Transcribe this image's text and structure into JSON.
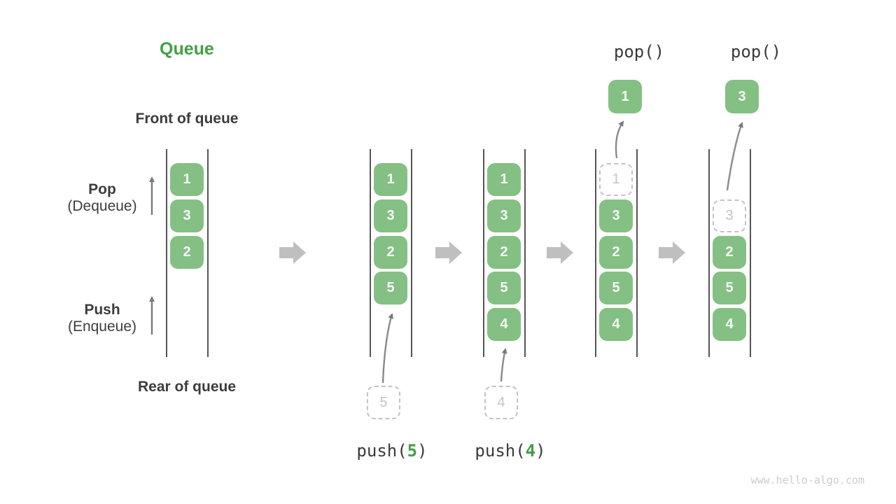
{
  "title": "Queue",
  "watermark": "www.hello-algo.com",
  "labels": {
    "front": "Front of queue",
    "rear": "Rear of queue",
    "pop": "Pop",
    "pop_sub": "(Dequeue)",
    "push": "Push",
    "push_sub": "(Enqueue)"
  },
  "operations": {
    "pop_a": {
      "label": "pop()",
      "result": "1"
    },
    "pop_b": {
      "label": "pop()",
      "result": "3"
    },
    "push_a": {
      "prefix": "push(",
      "arg": "5",
      "suffix": ")",
      "incoming": "5"
    },
    "push_b": {
      "prefix": "push(",
      "arg": "4",
      "suffix": ")",
      "incoming": "4"
    }
  },
  "columns": [
    {
      "cells": [
        {
          "v": "1"
        },
        {
          "v": "3"
        },
        {
          "v": "2"
        }
      ]
    },
    {
      "cells": [
        {
          "v": "1"
        },
        {
          "v": "3"
        },
        {
          "v": "2"
        },
        {
          "v": "5"
        }
      ]
    },
    {
      "cells": [
        {
          "v": "1"
        },
        {
          "v": "3"
        },
        {
          "v": "2"
        },
        {
          "v": "5"
        },
        {
          "v": "4"
        }
      ]
    },
    {
      "cells": [
        {
          "v": "1",
          "state": "ghost"
        },
        {
          "v": "3"
        },
        {
          "v": "2"
        },
        {
          "v": "5"
        },
        {
          "v": "4"
        }
      ]
    },
    {
      "cells": [
        {
          "v": "3",
          "state": "ghost"
        },
        {
          "v": "2"
        },
        {
          "v": "5"
        },
        {
          "v": "4"
        }
      ]
    }
  ],
  "colors": {
    "box_green": "#84C084",
    "accent_green": "#41A046",
    "dark_text": "#3C3C3C",
    "ghost_gray": "#C3C3C3",
    "block_arrow_gray": "#BFBFBF",
    "thin_arrow_gray": "#7A7A7A",
    "rail_gray": "#555555"
  }
}
